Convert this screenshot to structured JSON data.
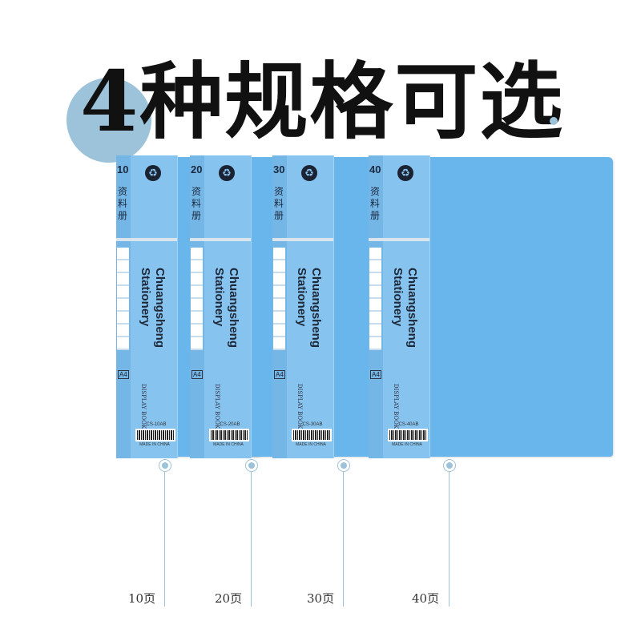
{
  "title": "4种规格可选",
  "binders": [
    {
      "num": "10",
      "series": "资料册",
      "size": "A4",
      "brand": "Chuangsheng Stationery",
      "display": "DISPLAY BOOK",
      "code": "CS-10AB",
      "made": "MADE IN CHINA",
      "label": "10页"
    },
    {
      "num": "20",
      "series": "资料册",
      "size": "A4",
      "brand": "Chuangsheng Stationery",
      "display": "DISPLAY BOOK",
      "code": "CS-20AB",
      "made": "MADE IN CHINA",
      "label": "20页"
    },
    {
      "num": "30",
      "series": "资料册",
      "size": "A4",
      "brand": "Chuangsheng Stationery",
      "display": "DISPLAY BOOK",
      "code": "CS-30AB",
      "made": "MADE IN CHINA",
      "label": "30页"
    },
    {
      "num": "40",
      "series": "资料册",
      "size": "A4",
      "brand": "Chuangsheng Stationery",
      "display": "DISPLAY BOOK",
      "code": "CS-40AB",
      "made": "MADE IN CHINA",
      "label": "40页"
    }
  ],
  "colors": {
    "accent": "#9cc3d9",
    "binder": "#68b6ec"
  }
}
